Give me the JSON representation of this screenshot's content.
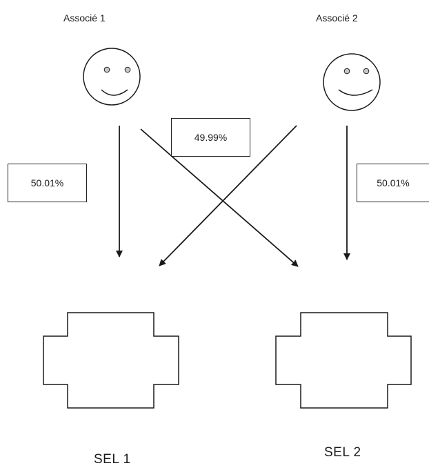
{
  "partners": [
    {
      "label": "Associé 1",
      "icon": "smiley-face-icon"
    },
    {
      "label": "Associé 2",
      "icon": "smiley-face-icon"
    }
  ],
  "ownership": {
    "left_direct": "50.01%",
    "cross": "49.99%",
    "right_direct": "50.01%"
  },
  "entities": [
    {
      "label": "SEL 1",
      "icon": "cross-shape-icon"
    },
    {
      "label": "SEL 2",
      "icon": "cross-shape-icon"
    }
  ],
  "colors": {
    "stroke": "#1a1a1a",
    "background": "#ffffff"
  }
}
